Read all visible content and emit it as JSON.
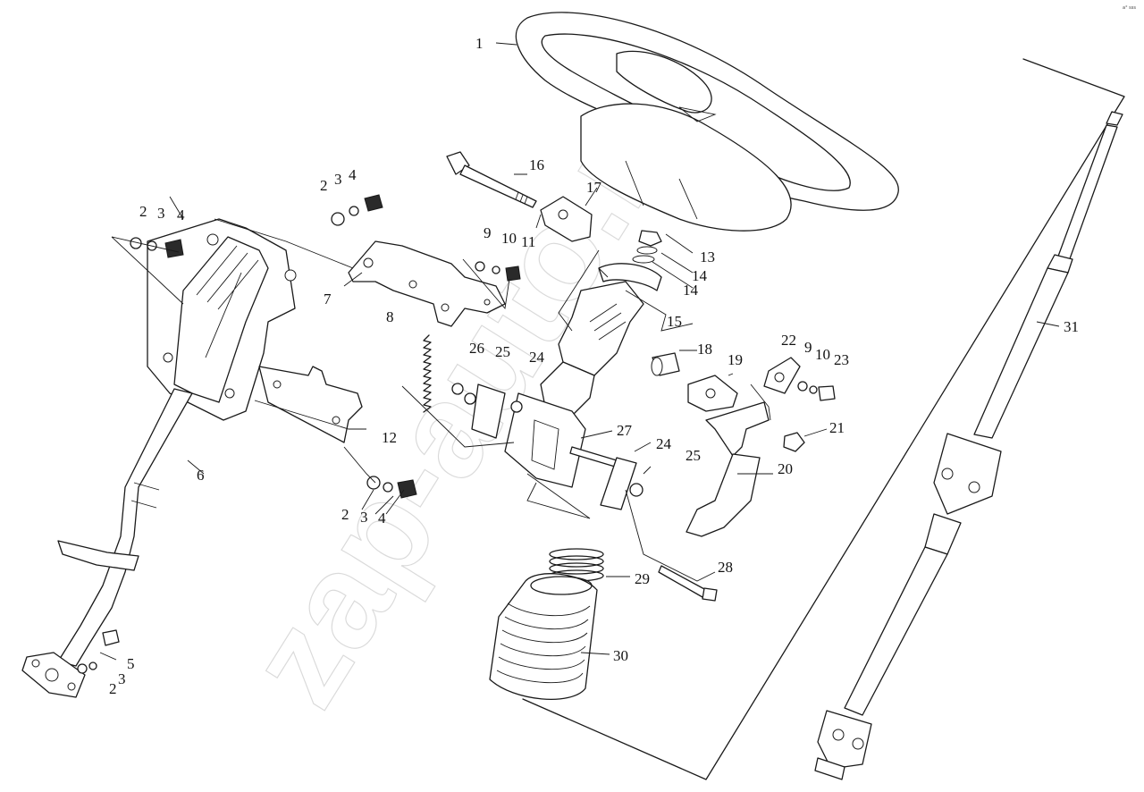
{
  "diagram": {
    "watermark": "zap-auto.ru",
    "corner_mark": "a° sss",
    "callouts": {
      "c1": "1",
      "c2a": "2",
      "c3a": "3",
      "c4a": "4",
      "c2b": "2",
      "c3b": "3",
      "c4b": "4",
      "c2c": "2",
      "c3c": "3",
      "c4c": "4",
      "c2d": "2",
      "c3d": "3",
      "c5": "5",
      "c6": "6",
      "c7": "7",
      "c8": "8",
      "c9a": "9",
      "c10a": "10",
      "c11": "11",
      "c9b": "9",
      "c10b": "10",
      "c12": "12",
      "c13": "13",
      "c14a": "14",
      "c14b": "14",
      "c15": "15",
      "c16": "16",
      "c17": "17",
      "c18": "18",
      "c19": "19",
      "c20": "20",
      "c21": "21",
      "c22": "22",
      "c23": "23",
      "c24a": "24",
      "c25a": "25",
      "c26": "26",
      "c24b": "24",
      "c25b": "25",
      "c27": "27",
      "c28": "28",
      "c29": "29",
      "c30": "30",
      "c31": "31"
    }
  }
}
